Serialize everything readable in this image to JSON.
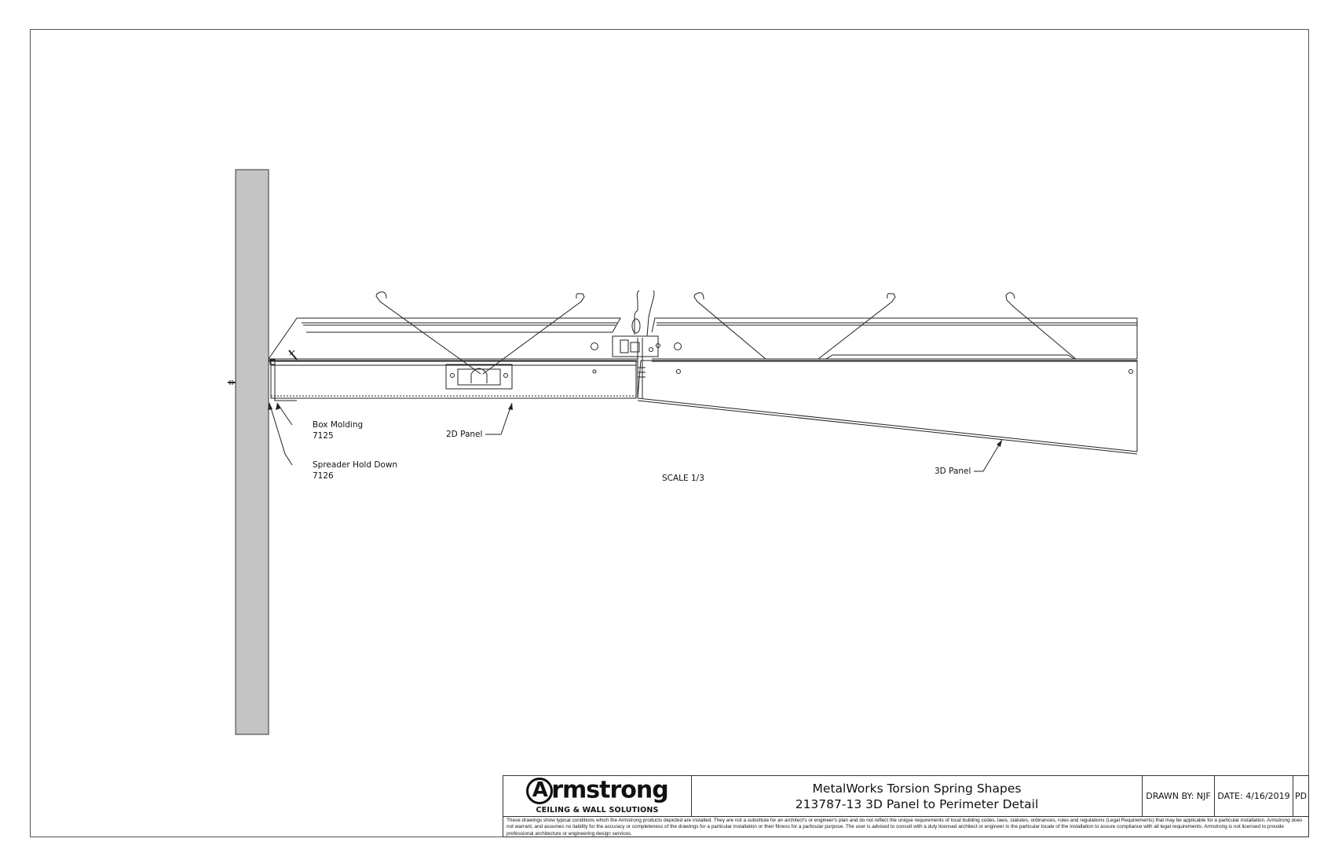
{
  "callouts": {
    "box_molding_name": "Box Molding",
    "box_molding_code": "7125",
    "spreader_name": "Spreader Hold Down",
    "spreader_code": "7126",
    "panel_2d": "2D Panel",
    "panel_3d": "3D Panel",
    "scale": "SCALE 1/3"
  },
  "title_block": {
    "logo_word": "rmstrong",
    "logo_initial": "A",
    "logo_tagline": "CEILING & WALL SOLUTIONS",
    "title_line1": "MetalWorks Torsion Spring Shapes",
    "title_line2": "213787-13 3D Panel to Perimeter Detail",
    "drawn_by": "DRAWN BY:  NJF",
    "date": "DATE: 4/16/2019",
    "sheet_code": "PD",
    "disclaimer": "These drawings show typical conditions which the Armstrong products depicted are installed.  They are not a substitute for an architect's or engineer's plan and do not reflect the unique requirements of local building codes, laws, statutes, ordinances, rules and regulations (Legal Requirements) that may be applicable for a particular installation. Armstrong does not warrant, and assumes no liability for the accuracy or completeness of the drawings for a particular installation or their fitness for a particular purpose. The user is advised to consult with a duly licensed architect or engineer in the particular locale of the installation to assure compliance with all legal requirements. Armstrong is not licensed to provide professional architecture or engineering design services."
  },
  "colors": {
    "wall_fill": "#c4c4c4",
    "line": "#222222",
    "border": "#555555"
  }
}
